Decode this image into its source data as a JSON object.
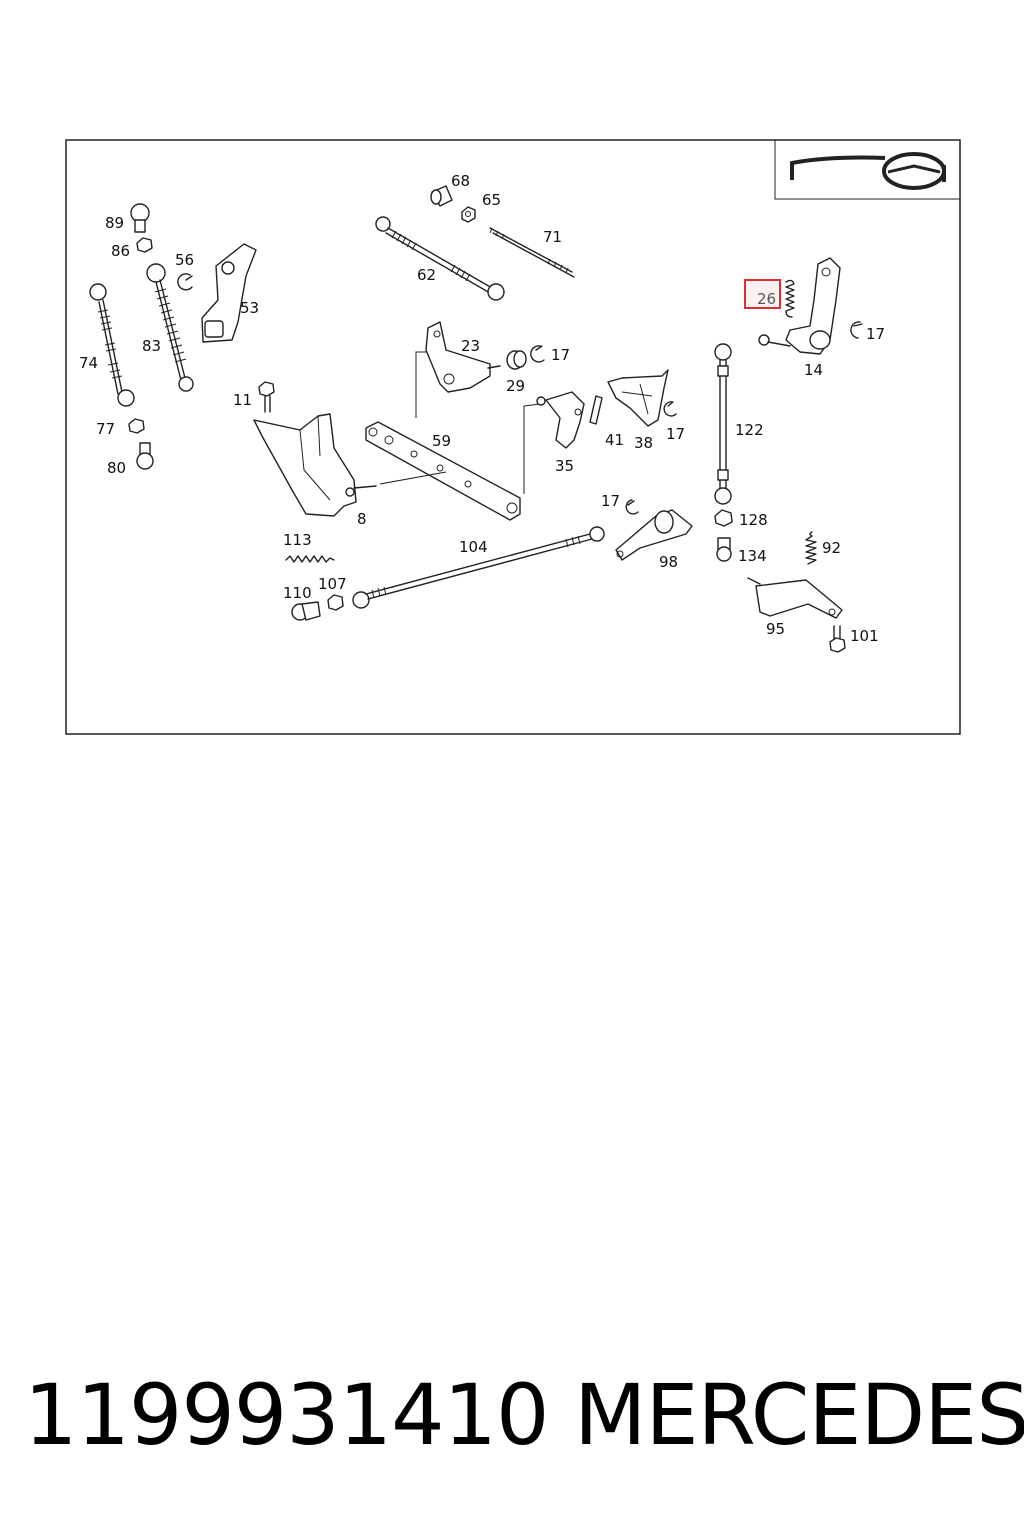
{
  "diagram": {
    "callouts": [
      {
        "id": "c68",
        "text": "68"
      },
      {
        "id": "c65",
        "text": "65"
      },
      {
        "id": "c71",
        "text": "71"
      },
      {
        "id": "c62",
        "text": "62"
      },
      {
        "id": "c89",
        "text": "89"
      },
      {
        "id": "c86",
        "text": "86"
      },
      {
        "id": "c56",
        "text": "56"
      },
      {
        "id": "c53",
        "text": "53"
      },
      {
        "id": "c74",
        "text": "74"
      },
      {
        "id": "c83",
        "text": "83"
      },
      {
        "id": "c23",
        "text": "23"
      },
      {
        "id": "c17a",
        "text": "17"
      },
      {
        "id": "c29",
        "text": "29"
      },
      {
        "id": "c26",
        "text": "26"
      },
      {
        "id": "c17b",
        "text": "17"
      },
      {
        "id": "c14",
        "text": "14"
      },
      {
        "id": "c11",
        "text": "11"
      },
      {
        "id": "c77",
        "text": "77"
      },
      {
        "id": "c80",
        "text": "80"
      },
      {
        "id": "c59",
        "text": "59"
      },
      {
        "id": "c41",
        "text": "41"
      },
      {
        "id": "c38",
        "text": "38"
      },
      {
        "id": "c17c",
        "text": "17"
      },
      {
        "id": "c122",
        "text": "122"
      },
      {
        "id": "c35",
        "text": "35"
      },
      {
        "id": "c8",
        "text": "8"
      },
      {
        "id": "c17d",
        "text": "17"
      },
      {
        "id": "c128",
        "text": "128"
      },
      {
        "id": "c113",
        "text": "113"
      },
      {
        "id": "c104",
        "text": "104"
      },
      {
        "id": "c98",
        "text": "98"
      },
      {
        "id": "c134",
        "text": "134"
      },
      {
        "id": "c92",
        "text": "92"
      },
      {
        "id": "c110",
        "text": "110"
      },
      {
        "id": "c107",
        "text": "107"
      },
      {
        "id": "c95",
        "text": "95"
      },
      {
        "id": "c101",
        "text": "101"
      }
    ],
    "highlighted_callout": "26",
    "highlight_color": "#d9312f"
  },
  "footer": {
    "part_number": "1199931410",
    "brand": "MERCEDES"
  }
}
